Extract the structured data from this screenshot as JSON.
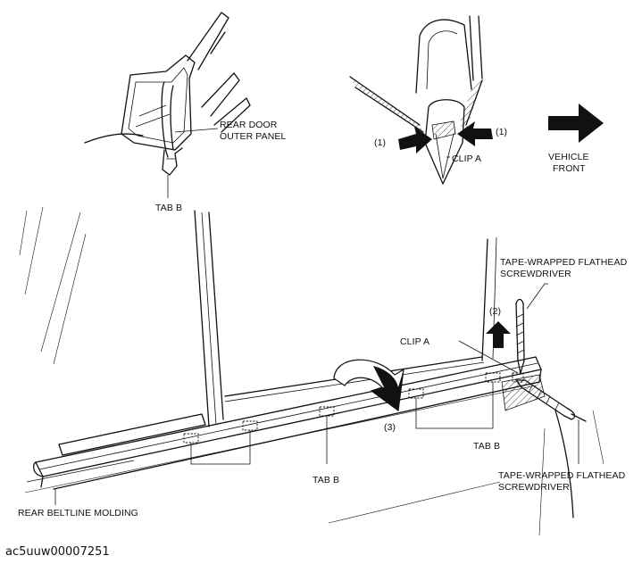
{
  "labels": {
    "rear_door_outer_panel_1": "REAR DOOR",
    "rear_door_outer_panel_2": "OUTER PANEL",
    "tab_b_top": "TAB B",
    "step1_left": "(1)",
    "step1_right": "(1)",
    "clip_a_top": "CLIP A",
    "vehicle_front_1": "VEHICLE",
    "vehicle_front_2": "FRONT",
    "screwdriver_top_1": "TAPE-WRAPPED FLATHEAD",
    "screwdriver_top_2": "SCREWDRIVER",
    "step2": "(2)",
    "clip_a_main": "CLIP A",
    "step3": "(3)",
    "tab_b_mid": "TAB B",
    "tab_b_right": "TAB B",
    "screwdriver_bottom_1": "TAPE-WRAPPED FLATHEAD",
    "screwdriver_bottom_2": "SCREWDRIVER",
    "rear_beltline_molding": "REAR BELTLINE MOLDING"
  },
  "figure_code": "ac5uuw00007251"
}
